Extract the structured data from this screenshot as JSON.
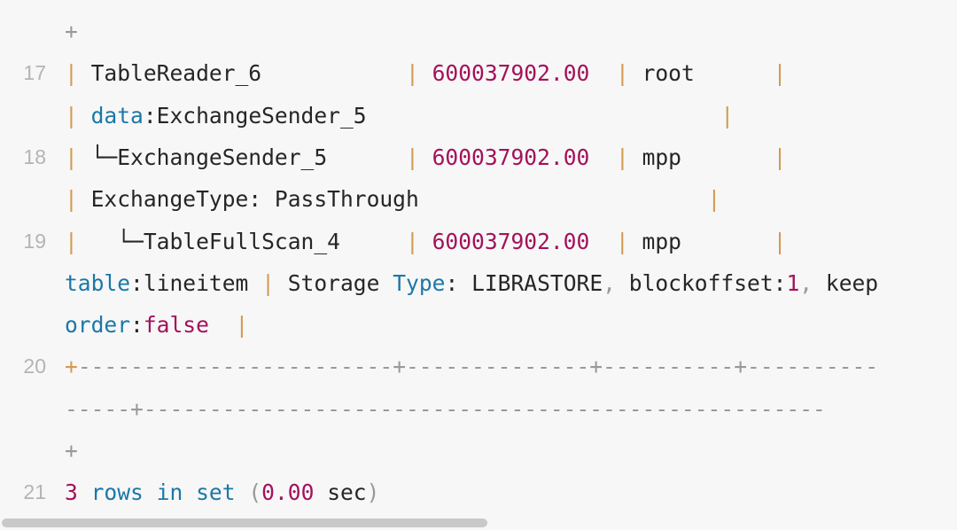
{
  "lines": [
    {
      "num": "",
      "segments": [
        {
          "t": "+",
          "c": "op"
        }
      ]
    },
    {
      "num": "17",
      "segments": [
        {
          "t": "| ",
          "c": "pipe"
        },
        {
          "t": "TableReader_6           ",
          "c": "def"
        },
        {
          "t": "| ",
          "c": "pipe"
        },
        {
          "t": "600037902.00",
          "c": "num"
        },
        {
          "t": "  ",
          "c": "def"
        },
        {
          "t": "| ",
          "c": "pipe"
        },
        {
          "t": "root      ",
          "c": "def"
        },
        {
          "t": "|",
          "c": "pipe"
        }
      ]
    },
    {
      "num": "",
      "segments": [
        {
          "t": "| ",
          "c": "pipe"
        },
        {
          "t": "data",
          "c": "kw"
        },
        {
          "t": ":ExchangeSender_5                           ",
          "c": "def"
        },
        {
          "t": "|",
          "c": "pipe"
        }
      ]
    },
    {
      "num": "18",
      "segments": [
        {
          "t": "| ",
          "c": "pipe"
        },
        {
          "t": "└─ExchangeSender_5      ",
          "c": "def"
        },
        {
          "t": "| ",
          "c": "pipe"
        },
        {
          "t": "600037902.00",
          "c": "num"
        },
        {
          "t": "  ",
          "c": "def"
        },
        {
          "t": "| ",
          "c": "pipe"
        },
        {
          "t": "mpp       ",
          "c": "def"
        },
        {
          "t": "|",
          "c": "pipe"
        }
      ]
    },
    {
      "num": "",
      "segments": [
        {
          "t": "| ",
          "c": "pipe"
        },
        {
          "t": "ExchangeType: PassThrough                      ",
          "c": "def"
        },
        {
          "t": "|",
          "c": "pipe"
        }
      ]
    },
    {
      "num": "19",
      "segments": [
        {
          "t": "|   ",
          "c": "pipe"
        },
        {
          "t": "└─TableFullScan_4     ",
          "c": "def"
        },
        {
          "t": "| ",
          "c": "pipe"
        },
        {
          "t": "600037902.00",
          "c": "num"
        },
        {
          "t": "  ",
          "c": "def"
        },
        {
          "t": "| ",
          "c": "pipe"
        },
        {
          "t": "mpp       ",
          "c": "def"
        },
        {
          "t": "|",
          "c": "pipe"
        }
      ]
    },
    {
      "num": "",
      "segments": [
        {
          "t": "table",
          "c": "kw"
        },
        {
          "t": ":lineitem ",
          "c": "def"
        },
        {
          "t": "| ",
          "c": "pipe"
        },
        {
          "t": "Storage ",
          "c": "def"
        },
        {
          "t": "Type",
          "c": "kw"
        },
        {
          "t": ": LIBRASTORE",
          "c": "def"
        },
        {
          "t": ",",
          "c": "op"
        },
        {
          "t": " blockoffset:",
          "c": "def"
        },
        {
          "t": "1",
          "c": "num"
        },
        {
          "t": ",",
          "c": "op"
        },
        {
          "t": " keep",
          "c": "def"
        }
      ]
    },
    {
      "num": "",
      "segments": [
        {
          "t": "order",
          "c": "kw"
        },
        {
          "t": ":",
          "c": "def"
        },
        {
          "t": "false",
          "c": "num"
        },
        {
          "t": "  ",
          "c": "def"
        },
        {
          "t": "|",
          "c": "pipe"
        }
      ]
    },
    {
      "num": "20",
      "segments": [
        {
          "t": "+",
          "c": "pipe"
        },
        {
          "t": "------------------------",
          "c": "op"
        },
        {
          "t": "+",
          "c": "op"
        },
        {
          "t": "--------------",
          "c": "op"
        },
        {
          "t": "+",
          "c": "op"
        },
        {
          "t": "----------",
          "c": "op"
        },
        {
          "t": "+",
          "c": "op"
        },
        {
          "t": "----------",
          "c": "op"
        }
      ]
    },
    {
      "num": "",
      "segments": [
        {
          "t": "-----",
          "c": "op"
        },
        {
          "t": "+",
          "c": "op"
        },
        {
          "t": "----------------------------------------------------",
          "c": "op"
        }
      ]
    },
    {
      "num": "",
      "segments": [
        {
          "t": "+",
          "c": "op"
        }
      ]
    },
    {
      "num": "21",
      "segments": [
        {
          "t": "3",
          "c": "num"
        },
        {
          "t": " ",
          "c": "def"
        },
        {
          "t": "rows",
          "c": "kw"
        },
        {
          "t": " ",
          "c": "def"
        },
        {
          "t": "in",
          "c": "kw"
        },
        {
          "t": " ",
          "c": "def"
        },
        {
          "t": "set",
          "c": "kw"
        },
        {
          "t": " ",
          "c": "def"
        },
        {
          "t": "(",
          "c": "op"
        },
        {
          "t": "0.00",
          "c": "num"
        },
        {
          "t": " sec",
          "c": "def"
        },
        {
          "t": ")",
          "c": "op"
        }
      ]
    }
  ],
  "colors": {
    "background": "#f7f7f7",
    "line_number": "#b4b4b4",
    "pipe": "#d39a52",
    "number": "#a3125a",
    "keyword": "#1b78a8",
    "operator": "#999999",
    "text": "#262626"
  }
}
